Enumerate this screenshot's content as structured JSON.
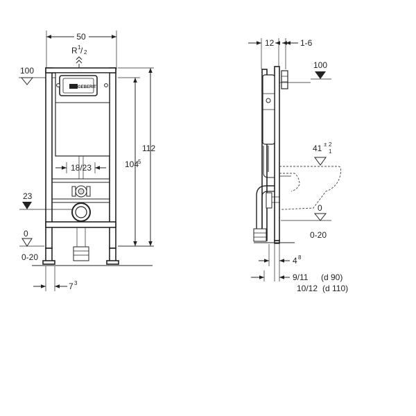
{
  "front_view": {
    "width_dim": "50",
    "supply_thread": "R",
    "supply_thread_frac_num": "1",
    "supply_thread_frac_den": "2",
    "level_top": "100",
    "level_23": "23",
    "level_0": "0",
    "floor_range": "0-20",
    "height_total": "112",
    "height_inner": "104",
    "height_inner_sup": "5",
    "fixing_spacing": "18/23",
    "foot_offset": "7",
    "foot_offset_sup": "3",
    "plate_brand": "GEBERIT"
  },
  "side_view": {
    "depth_dim": "12",
    "offset_dim": "1-6",
    "level_top": "100",
    "bowl_height": "41",
    "bowl_tol_plus": "2",
    "bowl_tol_minus": "1",
    "level_0": "0",
    "floor_range": "0-20",
    "wall_dim": "4",
    "wall_dim_sup": "8",
    "pipe_dim_1": "9/11",
    "pipe_dim_1_note": "(d 90)",
    "pipe_dim_2": "10/12",
    "pipe_dim_2_note": "(d 110)"
  }
}
